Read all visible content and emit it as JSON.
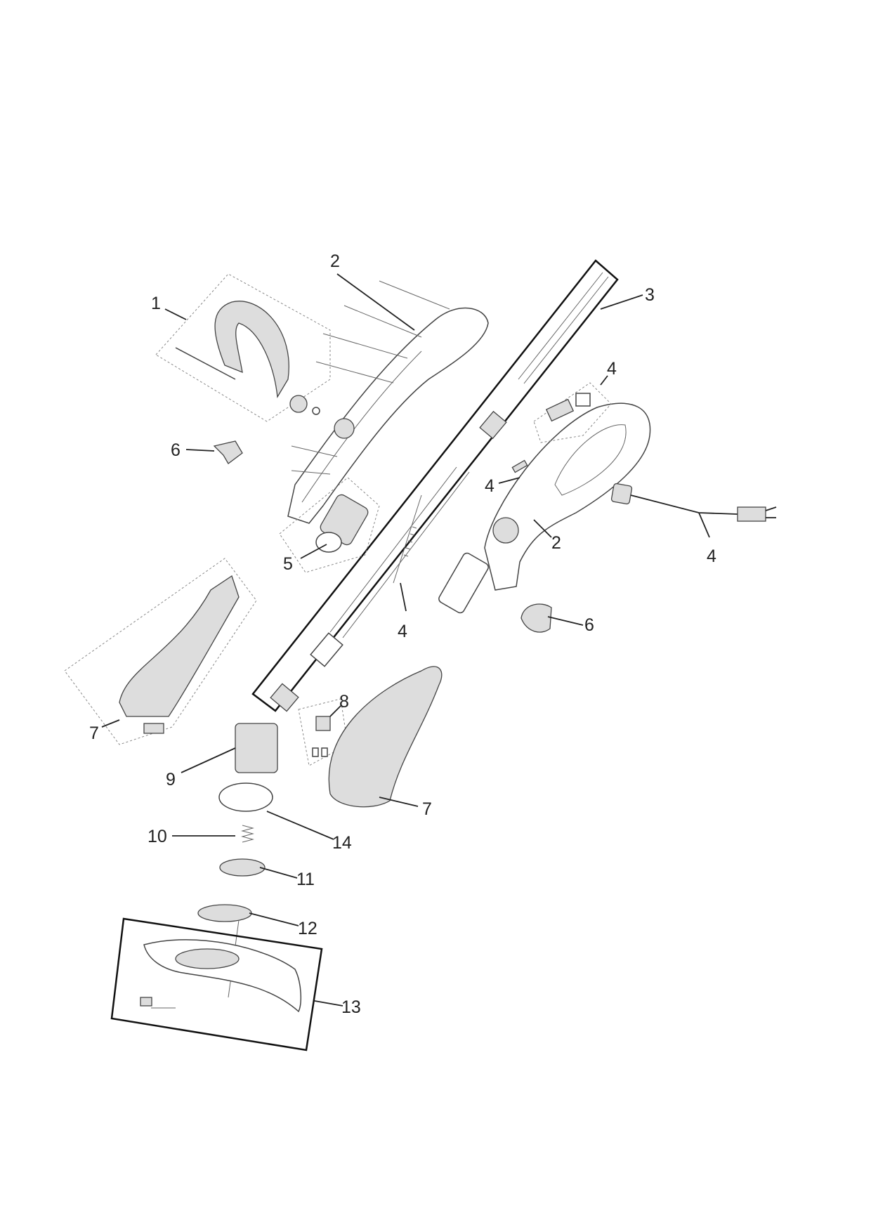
{
  "diagram": {
    "type": "exploded parts diagram",
    "callouts": [
      {
        "id": "c1",
        "label": "1"
      },
      {
        "id": "c2a",
        "label": "2"
      },
      {
        "id": "c3",
        "label": "3"
      },
      {
        "id": "c4a",
        "label": "4"
      },
      {
        "id": "c6a",
        "label": "6"
      },
      {
        "id": "c4b",
        "label": "4"
      },
      {
        "id": "c2b",
        "label": "2"
      },
      {
        "id": "c4c",
        "label": "4"
      },
      {
        "id": "c5",
        "label": "5"
      },
      {
        "id": "c4d",
        "label": "4"
      },
      {
        "id": "c6b",
        "label": "6"
      },
      {
        "id": "c7a",
        "label": "7"
      },
      {
        "id": "c8",
        "label": "8"
      },
      {
        "id": "c9",
        "label": "9"
      },
      {
        "id": "c7b",
        "label": "7"
      },
      {
        "id": "c10",
        "label": "10"
      },
      {
        "id": "c14",
        "label": "14"
      },
      {
        "id": "c11",
        "label": "11"
      },
      {
        "id": "c12",
        "label": "12"
      },
      {
        "id": "c13",
        "label": "13"
      }
    ]
  }
}
